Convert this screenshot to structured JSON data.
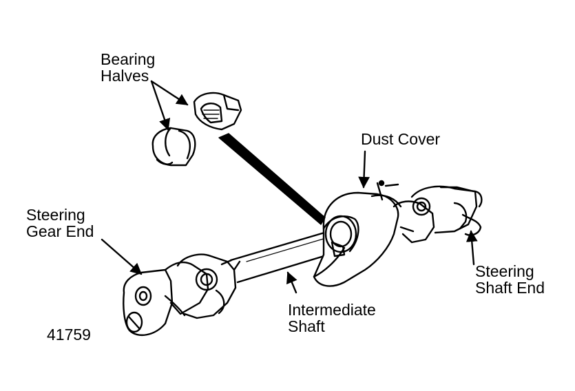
{
  "labels": {
    "bearing_halves_line1": "Bearing",
    "bearing_halves_line2": "Halves",
    "dust_cover": "Dust Cover",
    "steering_gear_end_line1": "Steering",
    "steering_gear_end_line2": "Gear End",
    "steering_shaft_end_line1": "Steering",
    "steering_shaft_end_line2": "Shaft End",
    "intermediate_shaft_line1": "Intermediate",
    "intermediate_shaft_line2": "Shaft",
    "figure_number": "41759"
  },
  "colors": {
    "ink": "#000000",
    "paper": "#ffffff"
  }
}
